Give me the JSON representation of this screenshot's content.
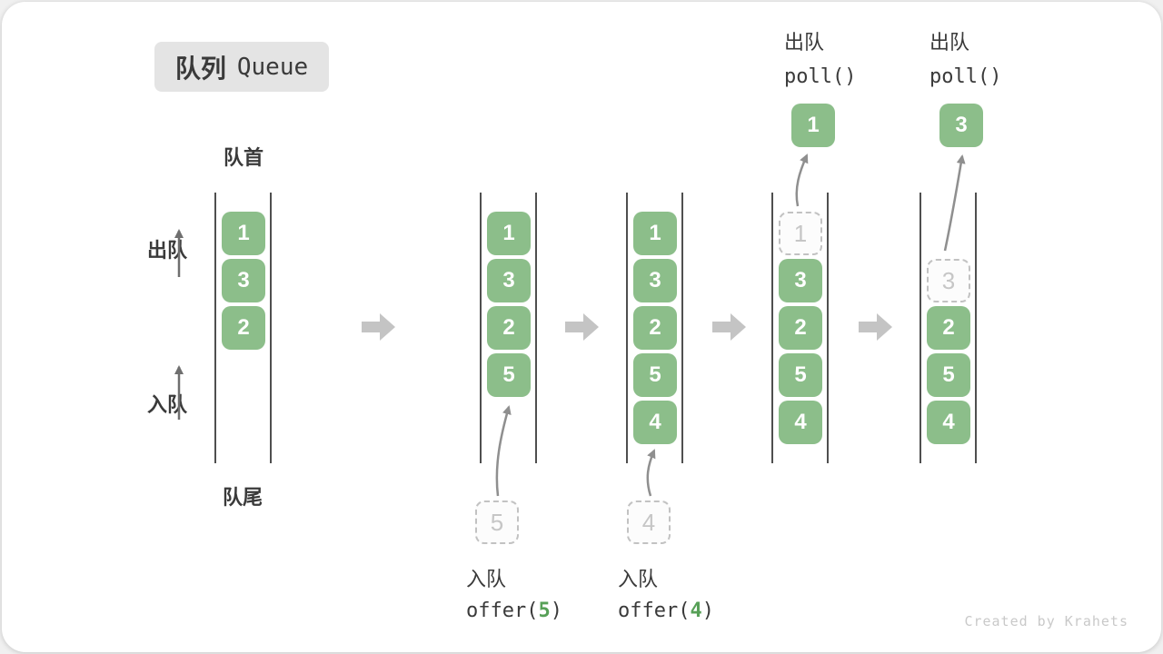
{
  "title": {
    "zh": "队列",
    "en": "Queue"
  },
  "labels": {
    "front": "队首",
    "rear": "队尾",
    "dequeue_side": "出队",
    "enqueue_side": "入队"
  },
  "states": [
    {
      "name": "initial",
      "slots": [
        {
          "v": "1"
        },
        {
          "v": "3"
        },
        {
          "v": "2"
        }
      ]
    },
    {
      "name": "after-enqueue-5",
      "slots": [
        {
          "v": "1"
        },
        {
          "v": "3"
        },
        {
          "v": "2"
        },
        {
          "v": "5"
        }
      ],
      "op": {
        "type": "enqueue",
        "label": "入队",
        "code_prefix": "offer(",
        "arg": "5",
        "code_suffix": ")",
        "pending": "5"
      }
    },
    {
      "name": "after-enqueue-4",
      "slots": [
        {
          "v": "1"
        },
        {
          "v": "3"
        },
        {
          "v": "2"
        },
        {
          "v": "5"
        },
        {
          "v": "4"
        }
      ],
      "op": {
        "type": "enqueue",
        "label": "入队",
        "code_prefix": "offer(",
        "arg": "4",
        "code_suffix": ")",
        "pending": "4"
      }
    },
    {
      "name": "after-poll-1",
      "slots": [
        {
          "v": "1",
          "ghost": true
        },
        {
          "v": "3"
        },
        {
          "v": "2"
        },
        {
          "v": "5"
        },
        {
          "v": "4"
        }
      ],
      "op": {
        "type": "dequeue",
        "label": "出队",
        "code": "poll()",
        "removed": "1"
      }
    },
    {
      "name": "after-poll-3",
      "slots": [
        {
          "v": "3",
          "ghost": true
        },
        {
          "v": "2"
        },
        {
          "v": "5"
        },
        {
          "v": "4"
        }
      ],
      "op": {
        "type": "dequeue",
        "label": "出队",
        "code": "poll()",
        "removed": "3"
      }
    }
  ],
  "watermark": "Created by Krahets",
  "colors": {
    "green": "#8cbe8a",
    "accent-green": "#57a057",
    "ink": "#3a3a3a",
    "rail": "#4f4f4f",
    "ghost-border": "#c2c2c2",
    "ghost-text": "#c6c6c6",
    "flow-arrow": "#c4c4c4",
    "thin-arrow": "#8f8f8f",
    "watermark": "#c9c9c9"
  }
}
